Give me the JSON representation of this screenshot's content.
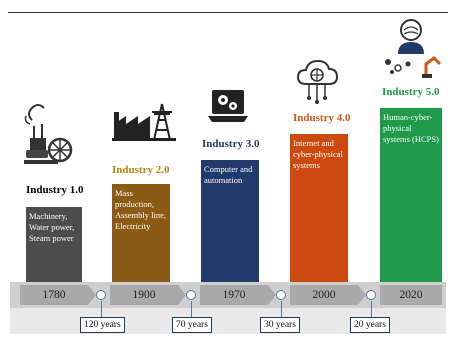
{
  "stages": [
    {
      "title": "Industry 1.0",
      "text_lines": [
        "Machinery,",
        "Water power,",
        "Steam power"
      ],
      "year": "1780",
      "color": "#4d4d4d",
      "title_color": "#222222",
      "icon": "steam-engine-icon"
    },
    {
      "title": "Industry 2.0",
      "text_lines": [
        "Mass",
        "production,",
        "Assembly line,",
        "Electricity"
      ],
      "year": "1900",
      "color": "#8b5a14",
      "title_color": "#b8860b",
      "icon": "factory-power-tower-icon"
    },
    {
      "title": "Industry 3.0",
      "text_lines": [
        "Computer and",
        "automation"
      ],
      "year": "1970",
      "color": "#1f3a6b",
      "title_color": "#1f3a6b",
      "icon": "laptop-gears-icon"
    },
    {
      "title": "Industry 4.0",
      "text_lines": [
        "Internet and",
        "cyber-physical",
        "systems"
      ],
      "year": "2000",
      "color": "#cc4a10",
      "title_color": "#d2581a",
      "icon": "cloud-network-icon"
    },
    {
      "title": "Industry 5.0",
      "text_lines": [
        "Human-cyber-",
        "physical",
        "systems (HCPS)"
      ],
      "year": "2020",
      "color": "#1f9a4a",
      "title_color": "#1f9a4a",
      "icon": "human-robot-icon"
    }
  ],
  "gaps": [
    "120 years",
    "70 years",
    "30 years",
    "20 years"
  ]
}
